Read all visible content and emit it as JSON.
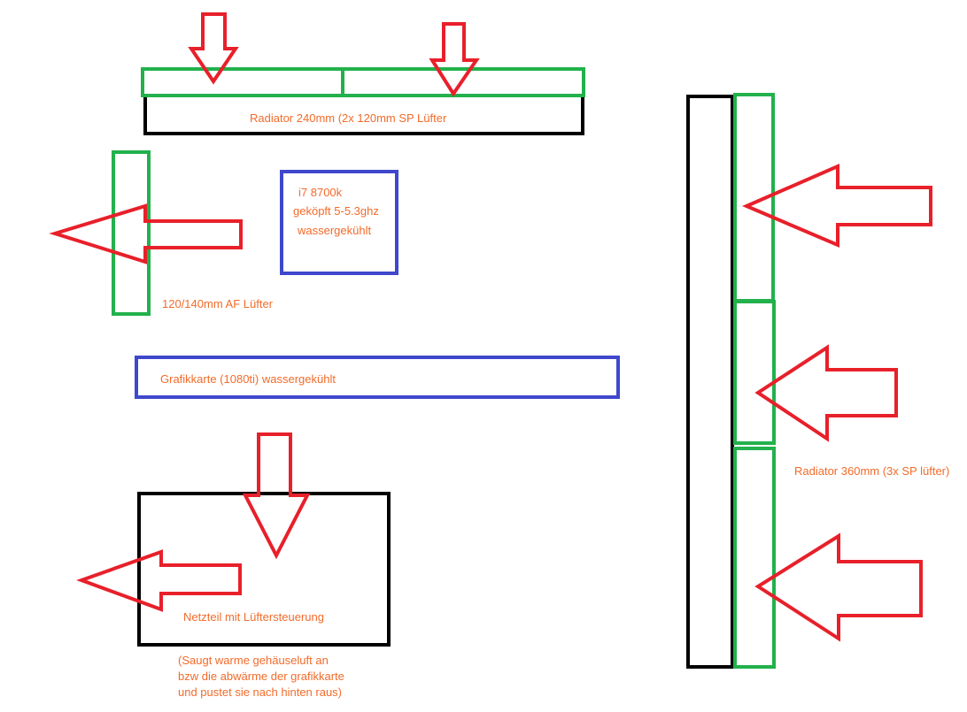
{
  "colors": {
    "arrow": "#e8202a",
    "fan": "#22b14c",
    "case_part": "#000000",
    "component": "#3f48cc",
    "text": "#f26b2a"
  },
  "labels": {
    "radiator_top": "Radiator 240mm (2x 120mm SP Lüfter",
    "cpu_line1": "i7 8700k",
    "cpu_line2": "geköpft 5-5.3ghz",
    "cpu_line3": "wassergekühlt",
    "rear_fan": "120/140mm AF Lüfter",
    "gpu": "Grafikkarte (1080ti) wassergekühlt",
    "radiator_front": "Radiator 360mm (3x SP lüfter)",
    "psu": "Netzteil mit Lüftersteuerung",
    "psu_note_line1": "(Saugt warme gehäuseluft an",
    "psu_note_line2": "bzw die abwärme der grafikkarte",
    "psu_note_line3": "und pustet sie nach hinten raus)"
  }
}
